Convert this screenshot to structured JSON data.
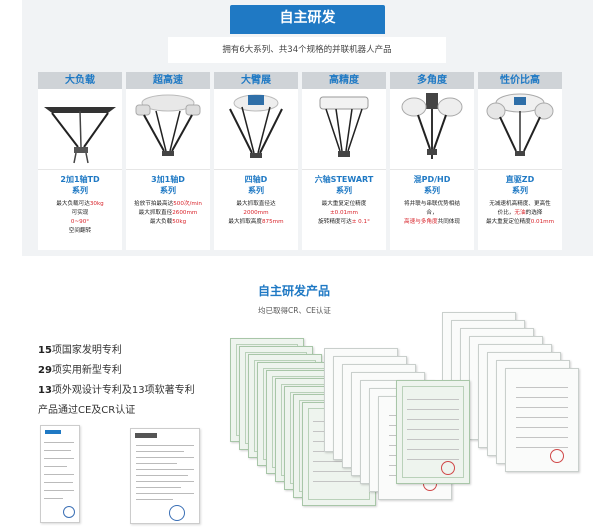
{
  "section1": {
    "title": "自主研发",
    "subtitle": "拥有6大系列、共34个规格的并联机器人产品"
  },
  "products": [
    {
      "header": "大负载",
      "name": "2加1轴TD",
      "name2": "系列",
      "specs": [
        {
          "pre": "最大负载可达",
          "hl": "30kg",
          "post": ""
        },
        {
          "pre": "可实现",
          "hl": "",
          "post": ""
        },
        {
          "pre": "",
          "hl": "0~90°",
          "post": ""
        },
        {
          "pre": "空间翻转",
          "hl": "",
          "post": ""
        }
      ]
    },
    {
      "header": "超高速",
      "name": "3加1轴D",
      "name2": "系列",
      "specs": [
        {
          "pre": "拾放节拍最高达",
          "hl": "500次/min",
          "post": ""
        },
        {
          "pre": "最大抓取直径",
          "hl": "2600mm",
          "post": ""
        },
        {
          "pre": "最大负载",
          "hl": "50kg",
          "post": ""
        }
      ]
    },
    {
      "header": "大臂展",
      "name": "四轴D",
      "name2": "系列",
      "specs": [
        {
          "pre": "最大抓取直径达",
          "hl": "",
          "post": ""
        },
        {
          "pre": "",
          "hl": "2000mm",
          "post": ""
        },
        {
          "pre": "最大抓取高度",
          "hl": "875mm",
          "post": ""
        }
      ]
    },
    {
      "header": "高精度",
      "name": "六轴STEWART",
      "name2": "系列",
      "specs": [
        {
          "pre": "最大重复定位精度",
          "hl": "",
          "post": ""
        },
        {
          "pre": "",
          "hl": "±0.01mm",
          "post": ""
        },
        {
          "pre": "旋转精度可达",
          "hl": "± 0.1°",
          "post": ""
        }
      ]
    },
    {
      "header": "多角度",
      "name": "混PD/HD",
      "name2": "系列",
      "specs": [
        {
          "pre": "将并联与串联优势相结",
          "hl": "",
          "post": ""
        },
        {
          "pre": "合，",
          "hl": "",
          "post": ""
        },
        {
          "pre": "",
          "hl": "高速与多角度",
          "post": "共同体现"
        }
      ]
    },
    {
      "header": "性价比高",
      "name": "直驱ZD",
      "name2": "系列",
      "specs": [
        {
          "pre": "无减速机高精度、更高性",
          "hl": "",
          "post": ""
        },
        {
          "pre": "价比，",
          "hl": "无油",
          "post": "的选择"
        },
        {
          "pre": "最大重复定位精度",
          "hl": "0.01mm",
          "post": ""
        }
      ]
    }
  ],
  "section2": {
    "title": "自主研发产品",
    "subtitle": "均已取得CR、CE认证"
  },
  "patents": [
    {
      "num": "15",
      "text": "项国家发明专利"
    },
    {
      "num": "29",
      "text": "项实用新型专利"
    },
    {
      "num": "13",
      "text": "项外观设计专利及13项软著专利"
    },
    {
      "num": "",
      "text": "产品通过CE及CR认证"
    }
  ],
  "colors": {
    "accent": "#1f79c4",
    "highlight": "#d8232a",
    "panel": "#f1f3f5",
    "header_bg": "#cfd3d7"
  }
}
